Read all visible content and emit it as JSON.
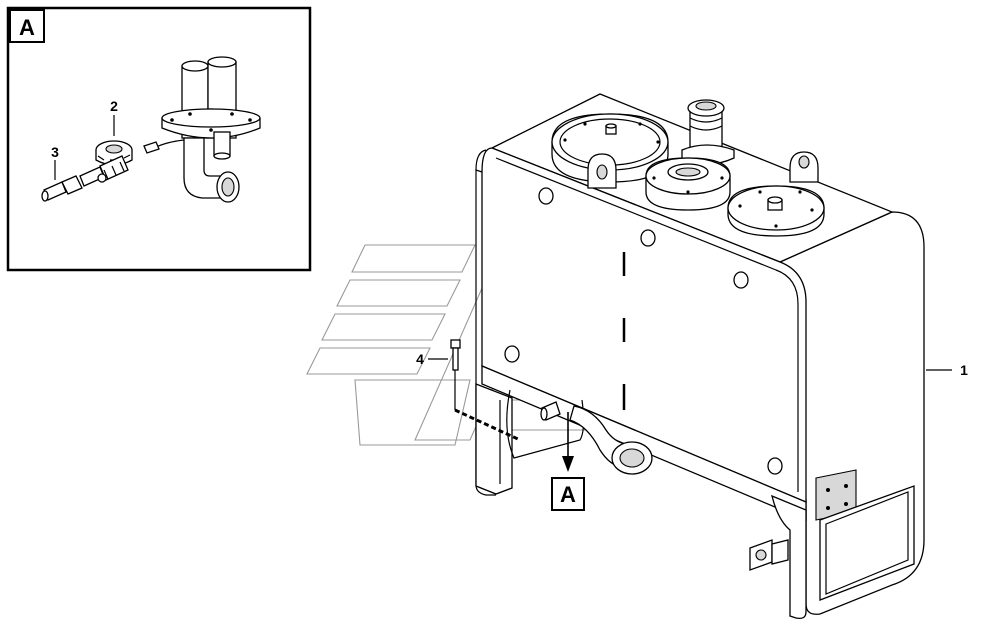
{
  "detail_box": {
    "label": "A"
  },
  "view_marker": {
    "label": "A"
  },
  "callouts": [
    {
      "id": "c1",
      "label": "1"
    },
    {
      "id": "c2",
      "label": "2"
    },
    {
      "id": "c3",
      "label": "3"
    },
    {
      "id": "c4",
      "label": "4"
    }
  ]
}
